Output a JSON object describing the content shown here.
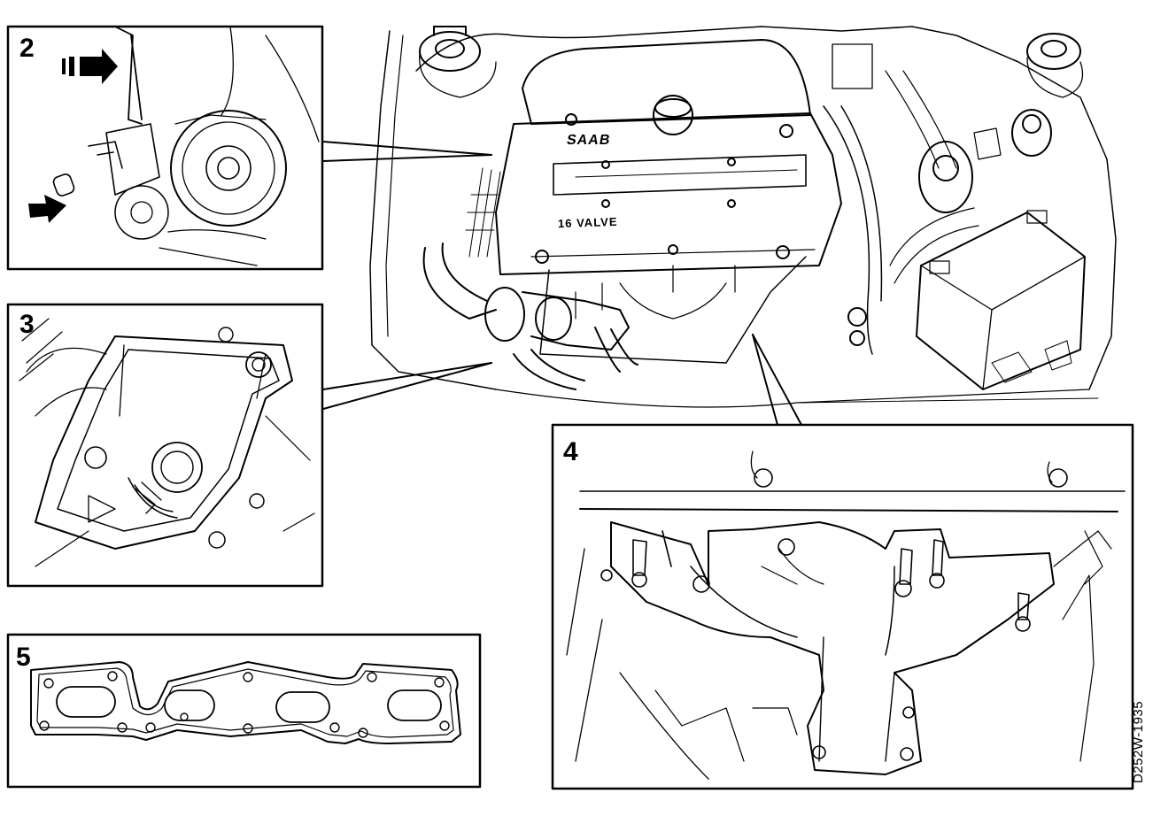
{
  "panels": [
    {
      "id": "2",
      "label": "2"
    },
    {
      "id": "3",
      "label": "3"
    },
    {
      "id": "4",
      "label": "4"
    },
    {
      "id": "5",
      "label": "5"
    }
  ],
  "engine_badges": {
    "brand": "SAAB",
    "valve": "16 VALVE"
  },
  "figure_reference": "D252W-1935",
  "colors": {
    "line": "#000000",
    "background": "#ffffff"
  }
}
